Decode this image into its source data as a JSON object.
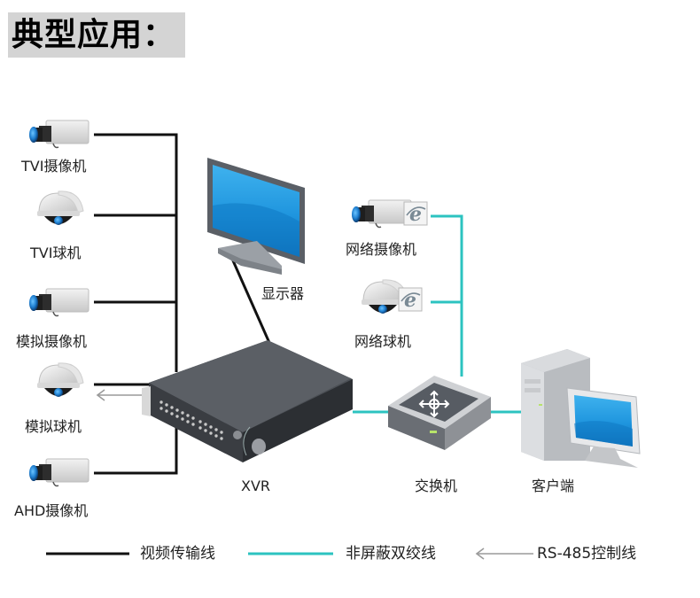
{
  "title": "典型应用：",
  "devices": {
    "tvi_camera": "TVI摄像机",
    "tvi_dome": "TVI球机",
    "analog_camera": "模拟摄像机",
    "analog_dome": "模拟球机",
    "ahd_camera": "AHD摄像机",
    "monitor": "显示器",
    "xvr": "XVR",
    "ip_camera": "网络摄像机",
    "ip_dome": "网络球机",
    "switch": "交换机",
    "client": "客户端"
  },
  "legend": {
    "video_line": "视频传输线",
    "utp_line": "非屏蔽双绞线",
    "rs485_line": "RS-485控制线"
  },
  "colors": {
    "video_line": "#111111",
    "utp_line": "#2cc3c0",
    "rs485_line": "#9a9a9a",
    "screen_blue": "#1a8fd8",
    "lens_blue": "#1f7fd0",
    "title_bg": "#d4d4d4"
  }
}
